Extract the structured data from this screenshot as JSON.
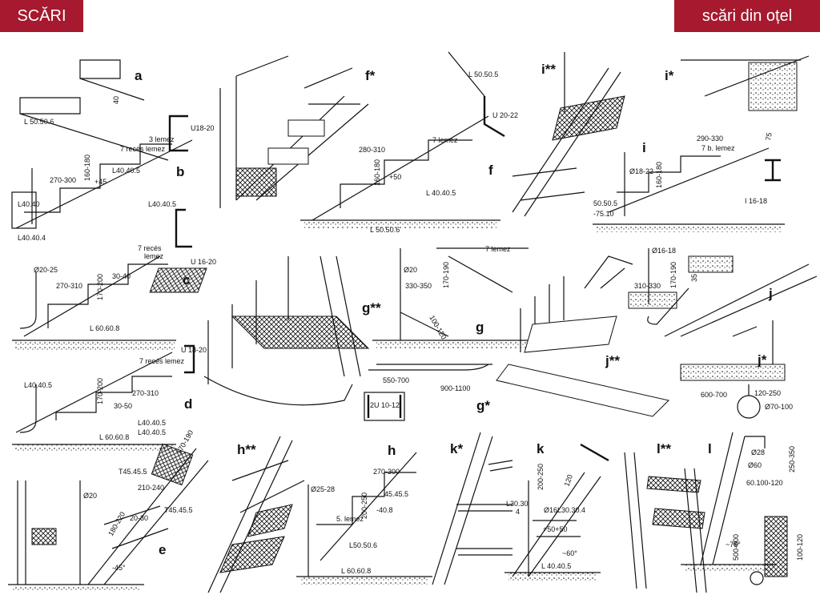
{
  "header": {
    "left_title": "SCĂRI",
    "right_title": "scări din oțel",
    "accent_color": "#a6192e"
  },
  "figures": {
    "a": {
      "letter": "a",
      "labels": [
        "L 50.50.6",
        "40"
      ]
    },
    "b": {
      "letter": "b",
      "labels": [
        "U18-20",
        "3 lemez",
        "7 recés lemez",
        "L40.40.5",
        "270-300",
        "160-180",
        "+45",
        "L40.40",
        "L40.40.4"
      ]
    },
    "c": {
      "letter": "c",
      "labels": [
        "L40.40.5",
        "U 16-20",
        "7 recés",
        "lemez",
        "Ø20-25",
        "270-310",
        "30-40",
        "170-200",
        "L 60.60.8"
      ]
    },
    "d": {
      "letter": "d",
      "labels": [
        "U 18-20",
        "7 recés lemez",
        "L40.40.5",
        "170-200",
        "270-310",
        "30-50",
        "L40.40.5",
        "L40.40.5",
        "L 60.60.8"
      ]
    },
    "e": {
      "letter": "e",
      "labels": [
        "170-190",
        "T45.45.5",
        "210-240",
        "T45.45.5",
        "Ø20",
        "20-30",
        "180-220",
        "-45°"
      ]
    },
    "f_star": {
      "letter": "f*"
    },
    "f": {
      "letter": "f",
      "labels": [
        "L 50.50.5",
        "U 20-22",
        "280-310",
        "7 lemez",
        "160-180",
        "+50",
        "L 40.40.5",
        "L 50.50.6"
      ]
    },
    "g_dstar": {
      "letter": "g**"
    },
    "g": {
      "letter": "g",
      "labels": [
        "7 lemez",
        "Ø20",
        "330-350",
        "170-190",
        "100-120"
      ]
    },
    "g_star": {
      "letter": "g*",
      "labels": [
        "550-700",
        "900-1100",
        "2U 10-12"
      ]
    },
    "i_dstar": {
      "letter": "i**"
    },
    "i_star": {
      "letter": "i*",
      "labels": [
        "75"
      ]
    },
    "i": {
      "letter": "i",
      "labels": [
        "290-330",
        "7 b. lemez",
        "Ø18-22",
        "160-180",
        "50.50.5",
        "-75.10",
        "I 16-18"
      ]
    },
    "j": {
      "letter": "j",
      "labels": [
        "Ø16-18",
        "310-330",
        "170-190",
        "35"
      ]
    },
    "j_dstar": {
      "letter": "j**"
    },
    "j_star": {
      "letter": "j*",
      "labels": [
        "600-700",
        "120-250",
        "Ø70-100"
      ]
    },
    "h_dstar": {
      "letter": "h**"
    },
    "h": {
      "letter": "h",
      "labels": [
        "270-300",
        "Ø25-28",
        "45.45.5",
        "200-250",
        "-40.8",
        "5. lemez",
        "L50.50.6",
        "L 60.60.8"
      ]
    },
    "k_star": {
      "letter": "k*"
    },
    "k": {
      "letter": "k",
      "labels": [
        "200-250",
        "120",
        "L30.30",
        "4",
        "Ø16",
        "L30.30.4",
        "+50+50",
        "~60°",
        "L 40.40.5"
      ]
    },
    "l_dstar": {
      "letter": "l**"
    },
    "l": {
      "letter": "l",
      "labels": [
        "Ø28",
        "Ø60",
        "250-350",
        "60.100-120",
        "~75°",
        "500-600",
        "100-120"
      ]
    }
  }
}
